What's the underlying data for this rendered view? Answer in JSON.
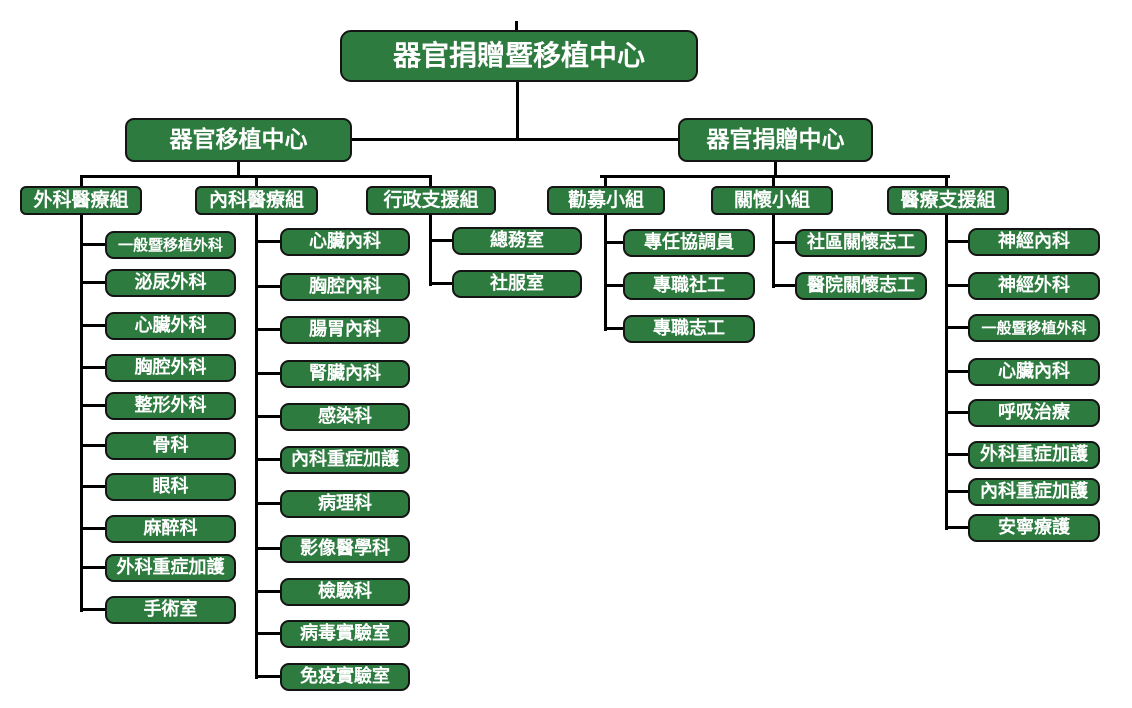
{
  "chart": {
    "root": "器官捐贈暨移植中心",
    "transplant_center": {
      "label": "器官移植中心",
      "groups": [
        {
          "label": "外科醫療組",
          "children": [
            "一般暨移植外科",
            "泌尿外科",
            "心臟外科",
            "胸腔外科",
            "整形外科",
            "骨科",
            "眼科",
            "麻醉科",
            "外科重症加護",
            "手術室"
          ]
        },
        {
          "label": "內科醫療組",
          "children": [
            "心臟內科",
            "胸腔內科",
            "腸胃內科",
            "腎臟內科",
            "感染科",
            "內科重症加護",
            "病理科",
            "影像醫學科",
            "檢驗科",
            "病毒實驗室",
            "免疫實驗室"
          ]
        },
        {
          "label": "行政支援組",
          "children": [
            "總務室",
            "社服室"
          ]
        }
      ]
    },
    "donation_center": {
      "label": "器官捐贈中心",
      "groups": [
        {
          "label": "勸募小組",
          "children": [
            "專任協調員",
            "專職社工",
            "專職志工"
          ]
        },
        {
          "label": "關懷小組",
          "children": [
            "社區關懷志工",
            "醫院關懷志工"
          ]
        },
        {
          "label": "醫療支援組",
          "children": [
            "神經內科",
            "神經外科",
            "一般暨移植外科",
            "心臟內科",
            "呼吸治療",
            "外科重症加護",
            "內科重症加護",
            "安寧療護"
          ]
        }
      ]
    },
    "colors": {
      "box_fill": "#2e7b40",
      "box_border": "#141414",
      "text": "#ffffff",
      "line": "#000000",
      "background": "#ffffff"
    }
  }
}
